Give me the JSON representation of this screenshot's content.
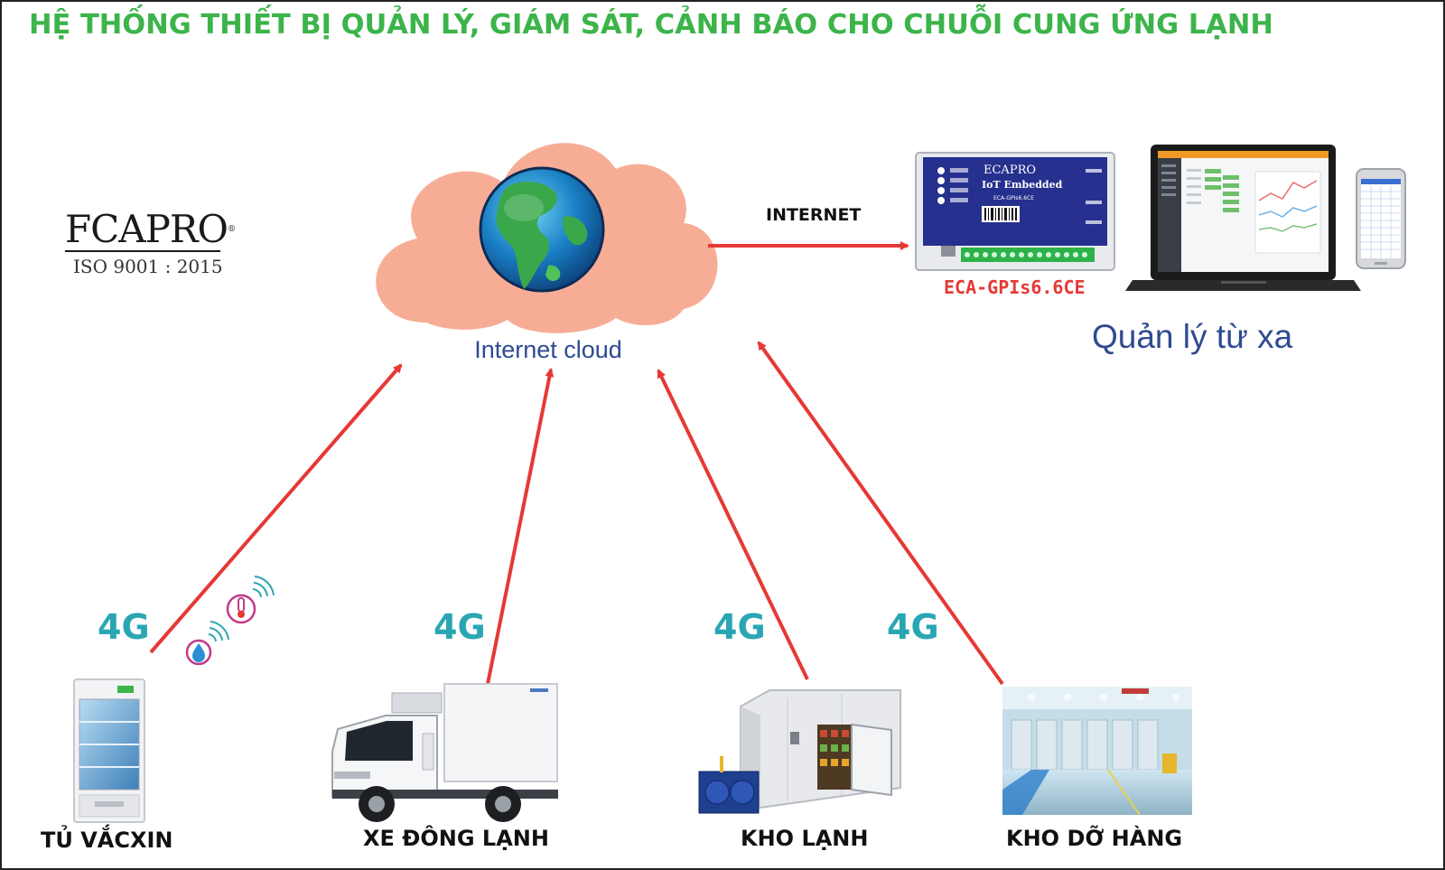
{
  "title": "HỆ THỐNG THIẾT BỊ QUẢN LÝ, GIÁM SÁT, CẢNH BÁO CHO CHUỖI CUNG ỨNG LẠNH",
  "logo": {
    "brand": "FCAPRO",
    "registered": "®",
    "certification": "ISO 9001 : 2015"
  },
  "cloud": {
    "label": "Internet cloud",
    "icon": "globe-icon"
  },
  "link": {
    "label": "INTERNET"
  },
  "device": {
    "brand": "ECAPRO",
    "product_line": "IoT Embedded",
    "model_small": "ECA-GPIs6.6CE",
    "name": "ECA-GPIs6.6CE"
  },
  "remote": {
    "label": "Quản lý từ xa"
  },
  "network_type": "4G",
  "sites": [
    {
      "label": "TỦ VẮCXIN",
      "icon": "vaccine-fridge-icon"
    },
    {
      "label": "XE ĐÔNG LẠNH",
      "icon": "refrigerated-truck-icon"
    },
    {
      "label": "KHO LẠNH",
      "icon": "cold-room-icon"
    },
    {
      "label": "KHO DỠ HÀNG",
      "icon": "loading-warehouse-icon"
    }
  ],
  "colors": {
    "title": "#3cb44a",
    "arrow": "#e53935",
    "network_label": "#2aa6b3",
    "cloud": "#f7ad95",
    "text_blue": "#2f4a92",
    "device_name": "#e53935"
  }
}
